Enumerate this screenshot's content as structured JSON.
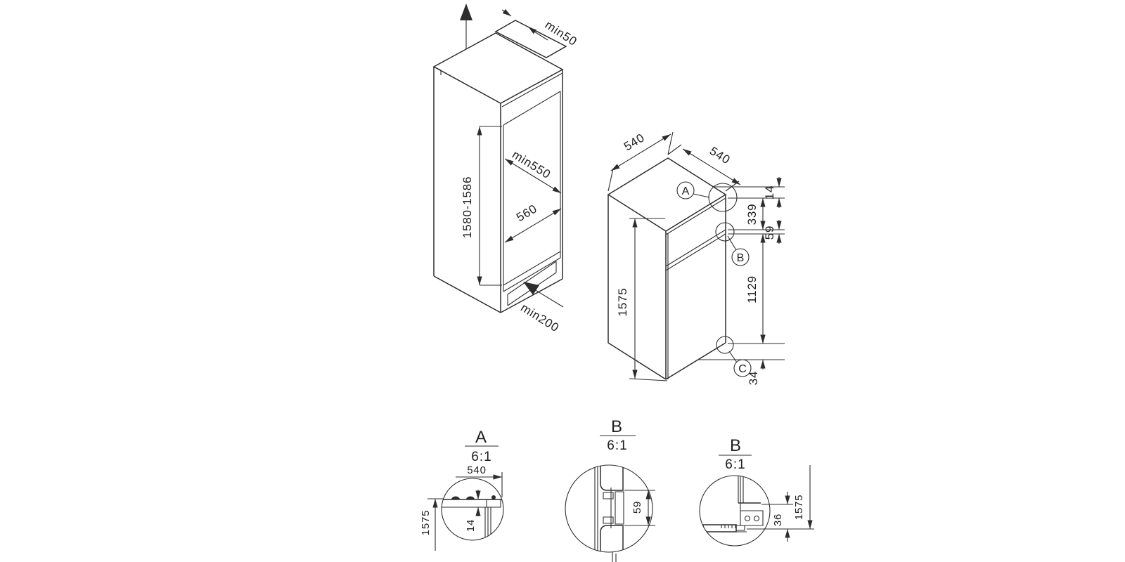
{
  "colors": {
    "line": "#2d2d2d",
    "text": "#1f1f1f",
    "background": "#ffffff"
  },
  "niche": {
    "top_clearance": "min50",
    "height": "1580-1586",
    "depth": "min550",
    "width": "560",
    "bottom_clearance": "min200"
  },
  "appliance": {
    "depth": "540",
    "width": "540",
    "height": "1575",
    "top_gap": "14",
    "upper_section": "339",
    "hinge_gap": "59",
    "lower_section": "1129",
    "bottom_gap": "34",
    "callout_a": "A",
    "callout_b": "B",
    "callout_c": "C"
  },
  "detail_a": {
    "label": "A",
    "scale": "6:1",
    "depth": "540",
    "height": "1575",
    "top_gap": "14"
  },
  "detail_b": {
    "label": "B",
    "scale": "6:1",
    "hinge_gap": "59"
  },
  "detail_c": {
    "label": "B",
    "scale": "6:1",
    "bracket": "36",
    "height": "1575"
  }
}
